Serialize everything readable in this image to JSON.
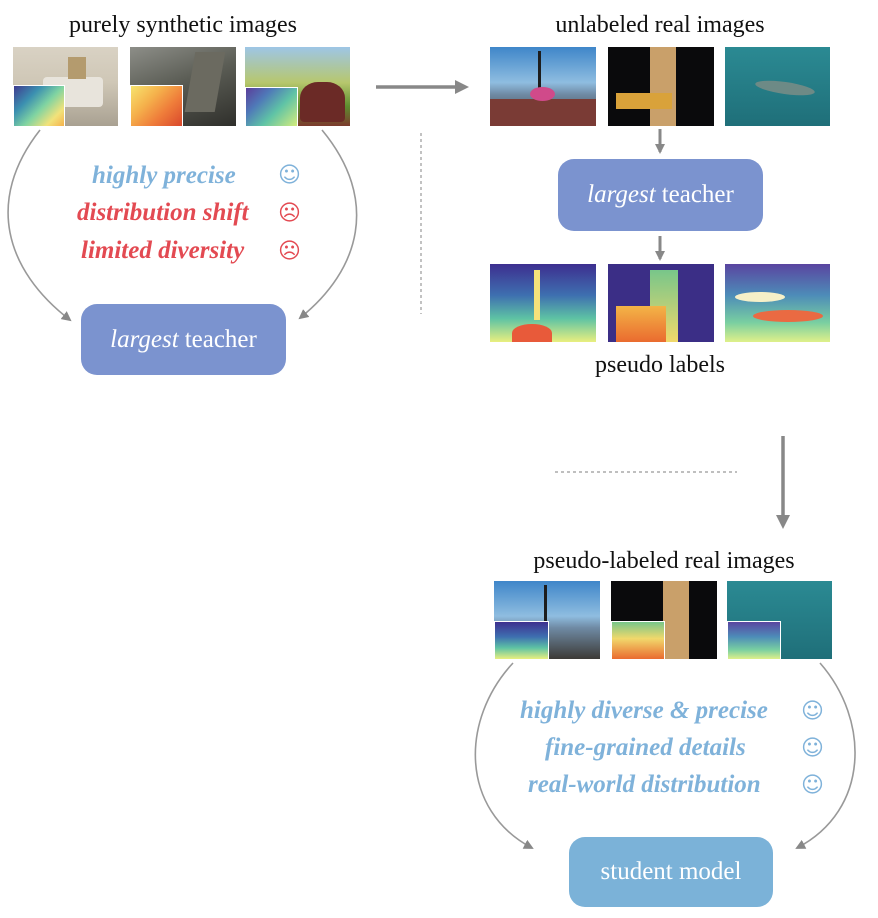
{
  "synthetic": {
    "title": "purely synthetic images",
    "props": [
      {
        "text": "highly precise",
        "emoji": "☺",
        "color": "#7fb2da"
      },
      {
        "text": "distribution shift",
        "emoji": "☹",
        "color": "#e34a52"
      },
      {
        "text": "limited diversity",
        "emoji": "☹",
        "color": "#e34a52"
      }
    ],
    "teacher_italic": "largest",
    "teacher_rest": "teacher"
  },
  "unlabeled": {
    "title": "unlabeled real images",
    "teacher_italic": "largest",
    "teacher_rest": "teacher",
    "labels_caption": "pseudo labels"
  },
  "pseudo": {
    "title": "pseudo-labeled real images",
    "props": [
      {
        "text": "highly diverse & precise",
        "emoji": "☺"
      },
      {
        "text": "fine-grained details",
        "emoji": "☺"
      },
      {
        "text": "real-world distribution",
        "emoji": "☺"
      }
    ],
    "student_label": "student model"
  },
  "colors": {
    "teacher_box": "#7b93cf",
    "student_box": "#7bb2d8",
    "positive": "#7fb2da",
    "negative": "#e34a52",
    "arrow": "#888888"
  }
}
